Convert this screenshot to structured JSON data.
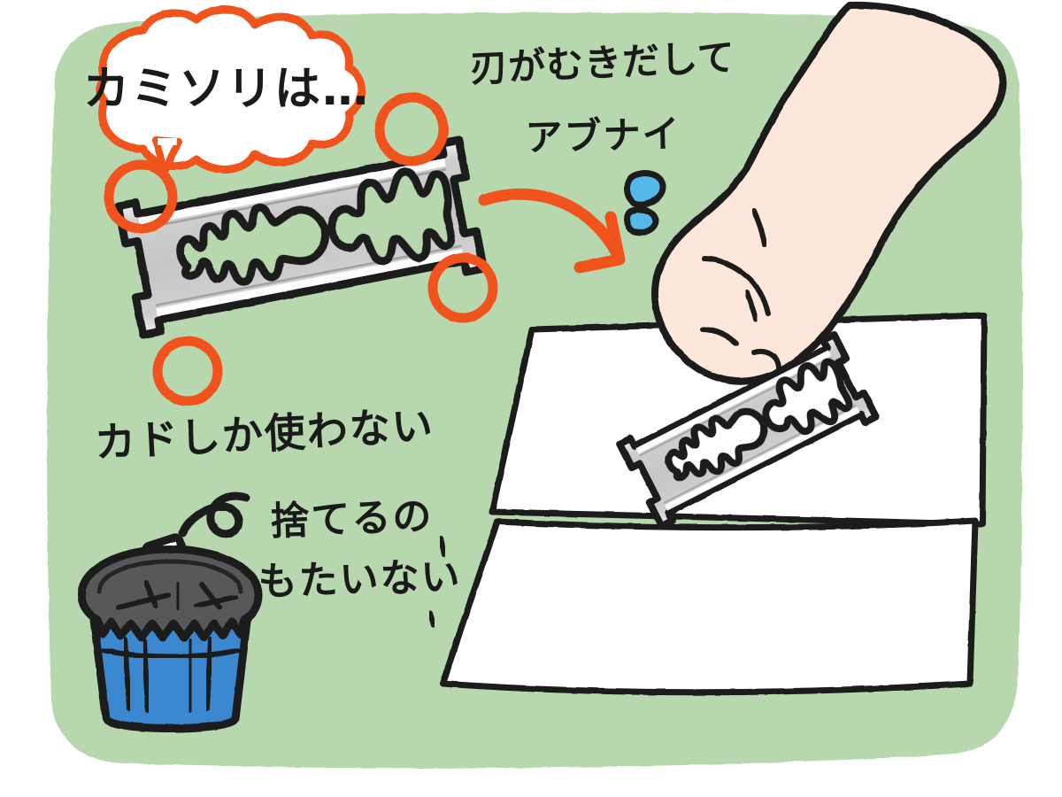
{
  "illustration": {
    "title": "razor-blade-safety-illustration",
    "background_color": "#b7d7ae",
    "canvas_color": "#ffffff",
    "ink_color": "#1a1a1a",
    "accent_orange": "#f0531e",
    "blade_gray": "#c8c8c8",
    "blade_light": "#e8e8e8",
    "skin_color": "#fce7da",
    "paper_white": "#ffffff",
    "bin_blue": "#3b87d0",
    "bag_gray": "#585858",
    "drop_blue": "#55b8e8"
  },
  "speech_bubble": {
    "text": "カミソリは…",
    "border_color": "#f0531e",
    "fill_color": "#ffffff"
  },
  "annotations": {
    "blade_exposed": "刃がむきだして",
    "dangerous": "アブナイ",
    "corners_only": "カドしか使わない",
    "throwing_away": "捨てるの",
    "wasteful": "もたいない"
  },
  "markers": {
    "corner_circle_color": "#f0531e",
    "corner_circle_count": 4,
    "arrow_color": "#f0531e",
    "sweat_drop_count": 2
  },
  "objects": {
    "razor_blade_large": "double-edge-razor-blade",
    "razor_blade_held": "double-edge-razor-blade-in-hand",
    "razor_blade_falling": "small-razor-blade-falling",
    "hand": "right-hand-holding-blade",
    "paper_sheets": 2,
    "trash_can": "blue-trash-can-with-bag"
  }
}
